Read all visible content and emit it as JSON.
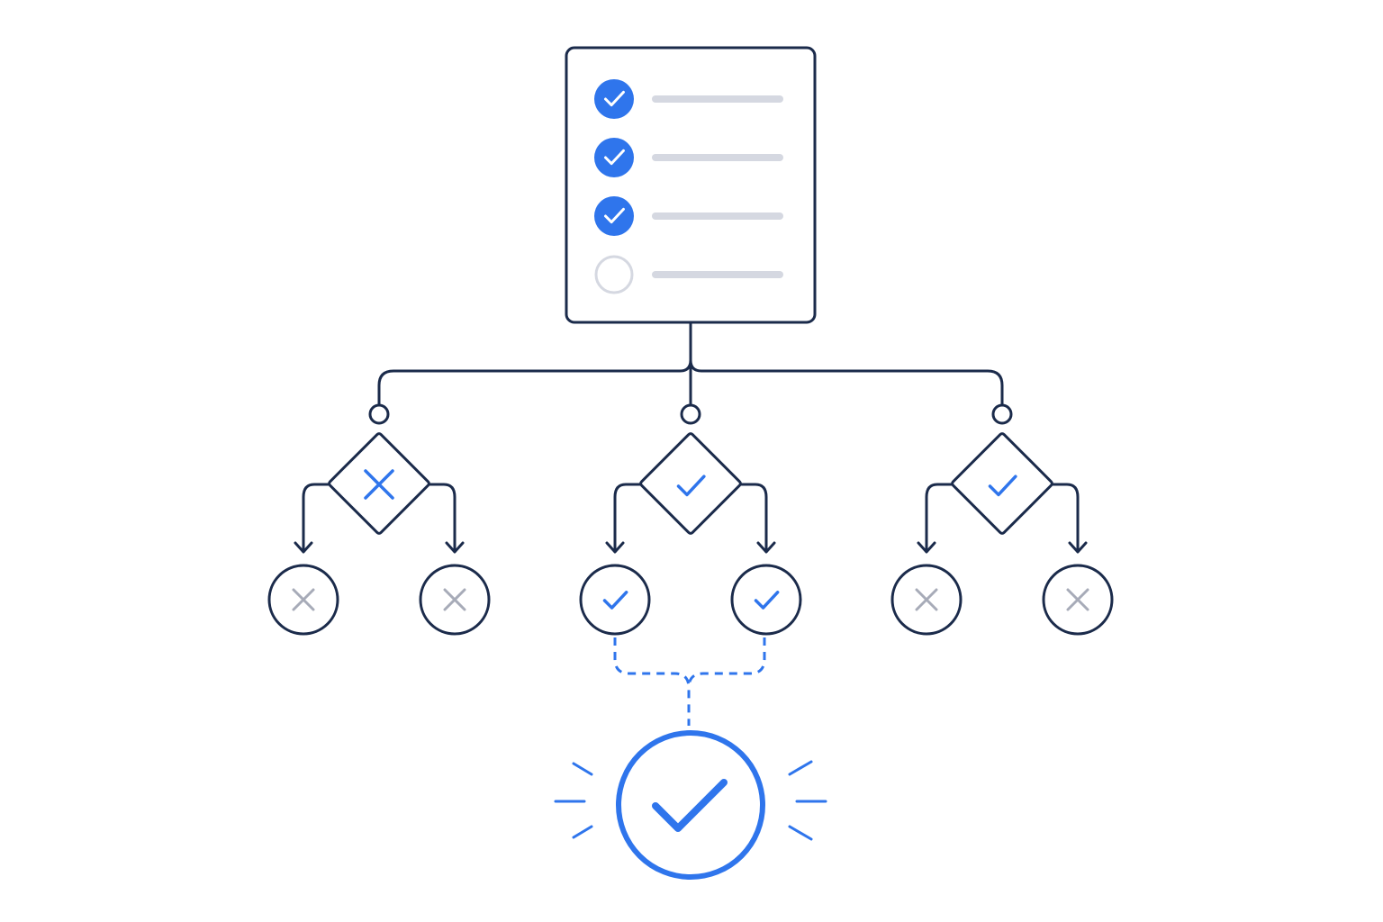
{
  "colors": {
    "ink": "#1b2b4b",
    "accent": "#2f75ec",
    "muted": "#a7abb8",
    "placeholder_line": "#d5d8e1",
    "background": "#ffffff"
  },
  "checklist": {
    "items": [
      {
        "state": "checked",
        "icon": "check-icon"
      },
      {
        "state": "checked",
        "icon": "check-icon"
      },
      {
        "state": "checked",
        "icon": "check-icon"
      },
      {
        "state": "unchecked",
        "icon": "empty-circle-icon"
      }
    ]
  },
  "branches": [
    {
      "decision": "rejected",
      "decision_icon": "cross-icon",
      "outcomes": [
        {
          "state": "rejected",
          "icon": "cross-icon"
        },
        {
          "state": "rejected",
          "icon": "cross-icon"
        }
      ]
    },
    {
      "decision": "approved",
      "decision_icon": "check-icon",
      "outcomes": [
        {
          "state": "approved",
          "icon": "check-icon"
        },
        {
          "state": "approved",
          "icon": "check-icon"
        }
      ]
    },
    {
      "decision": "approved",
      "decision_icon": "check-icon",
      "outcomes": [
        {
          "state": "rejected",
          "icon": "cross-icon"
        },
        {
          "state": "rejected",
          "icon": "cross-icon"
        }
      ]
    }
  ],
  "result": {
    "state": "approved",
    "icon": "check-icon",
    "highlight": "radiating-lines"
  }
}
